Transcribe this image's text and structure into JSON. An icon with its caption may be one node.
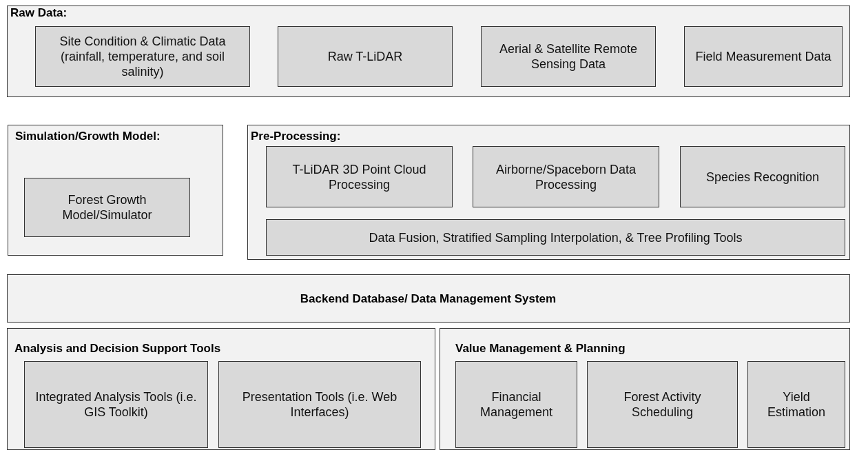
{
  "diagram": {
    "nodes": [
      {
        "text": [
          "Raw Data:"
        ]
      },
      {
        "text": [
          "Site Condition & Climatic Data (rainfall, temperature, and soil salinity)"
        ],
        "in": 0
      },
      {
        "text": [
          "Raw T-LiDAR"
        ],
        "in": 0
      },
      {
        "text": [
          "Aerial & Satellite Remote Sensing Data"
        ],
        "in": 0
      },
      {
        "text": [
          "Field Measurement Data"
        ],
        "in": 0
      },
      {
        "text": [
          "Simulation/Growth Model:"
        ]
      },
      {
        "text": [
          "Forest Growth Model/Simulator"
        ],
        "in": 5
      },
      {
        "text": [
          "Pre-Processing:"
        ]
      },
      {
        "text": [
          "T-LiDAR 3D Point Cloud Processing"
        ],
        "in": 7
      },
      {
        "text": [
          "Airborne/Spaceborn Data Processing"
        ],
        "in": 7
      },
      {
        "text": [
          "Species Recognition"
        ],
        "in": 7
      },
      {
        "text": [
          "Data Fusion, Stratified Sampling Interpolation, & Tree Profiling Tools"
        ],
        "in": 7
      },
      {
        "text": [
          "Backend Database/ Data Management System"
        ]
      },
      {
        "text": [
          "Analysis and Decision Support Tools"
        ]
      },
      {
        "text": [
          "Integrated Analysis Tools (i.e. GIS Toolkit)"
        ],
        "in": 13
      },
      {
        "text": [
          "Presentation Tools (i.e. Web Interfaces)"
        ],
        "in": 13
      },
      {
        "text": [
          "Value Management & Planning"
        ]
      },
      {
        "text": [
          "Financial Management"
        ],
        "in": 16
      },
      {
        "text": [
          "Forest Activity Scheduling"
        ],
        "in": 16
      },
      {
        "text": [
          "Yield Estimation"
        ],
        "in": 16
      }
    ]
  }
}
